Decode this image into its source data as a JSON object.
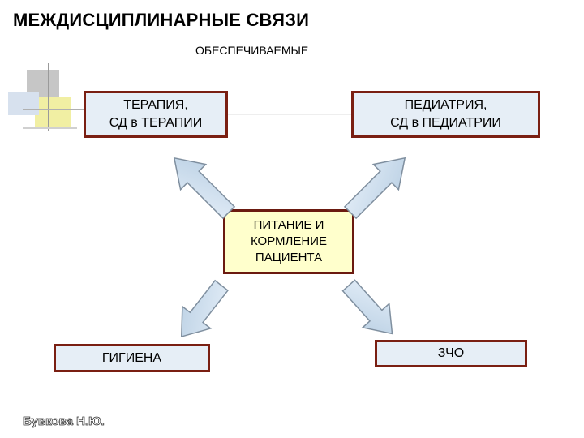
{
  "header": {
    "title": "МЕЖДИСЦИПЛИНАРНЫЕ СВЯЗИ",
    "subtitle": "ОБЕСПЕЧИВАЕМЫЕ"
  },
  "nodes": {
    "therapy": "ТЕРАПИЯ,\nСД в ТЕРАПИИ",
    "pediatrics": "ПЕДИАТРИЯ,\nСД в ПЕДИАТРИИ",
    "center": "ПИТАНИЕ И\nКОРМЛЕНИЕ\nПАЦИЕНТА",
    "hygiene": "ГИГИЕНА",
    "zcho": "ЗЧО"
  },
  "footer": {
    "author": "Бувкова Н.Ю."
  },
  "colors": {
    "box_border": "#7a1f12",
    "box_fill": "#e6eef6",
    "center_fill": "#ffffcc",
    "arrow_fill": "#cfe0ef",
    "arrow_stroke": "#7f8f9f"
  }
}
